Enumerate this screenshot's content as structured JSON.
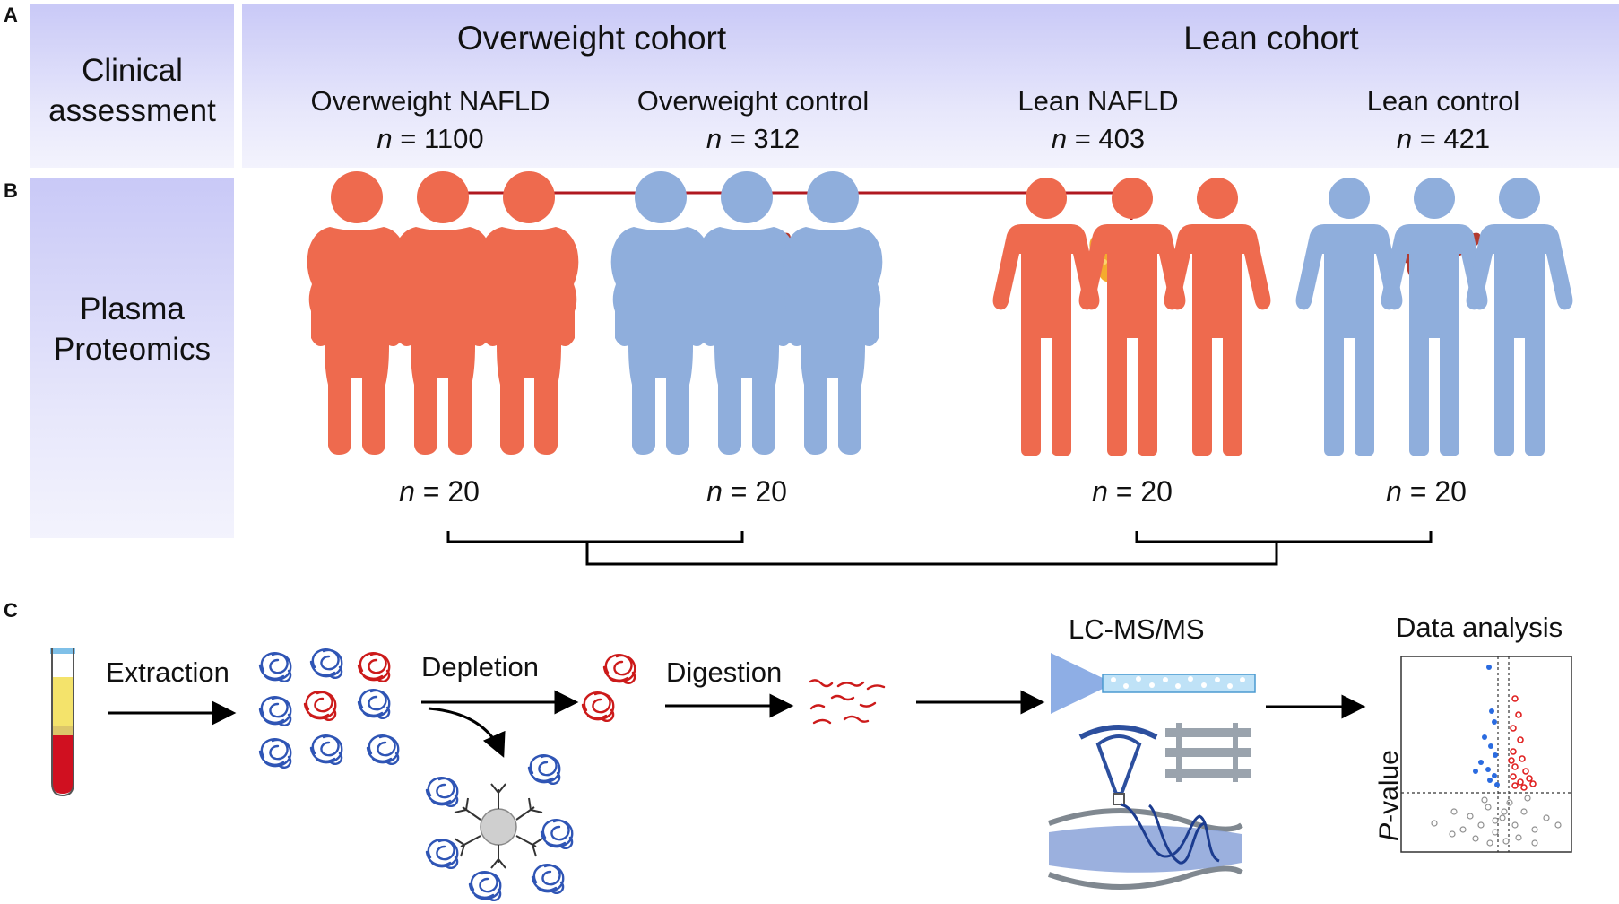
{
  "panels": {
    "a": "A",
    "b": "B",
    "c": "C"
  },
  "panel_a": {
    "side_label_line1": "Clinical",
    "side_label_line2": "assessment",
    "cohorts": [
      {
        "title": "Overweight cohort"
      },
      {
        "title": "Lean cohort"
      }
    ],
    "groups": [
      {
        "name": "Overweight NAFLD",
        "n_prefix": "n",
        "n_value": "= 1100"
      },
      {
        "name": "Overweight control",
        "n_prefix": "n",
        "n_value": "= 312"
      },
      {
        "name": "Lean NAFLD",
        "n_prefix": "n",
        "n_value": "= 403"
      },
      {
        "name": "Lean control",
        "n_prefix": "n",
        "n_value": "= 421"
      }
    ]
  },
  "panel_b": {
    "side_label_line1": "Plasma",
    "side_label_line2": "Proteomics",
    "samples": [
      {
        "n_prefix": "n",
        "n_value": "= 20"
      },
      {
        "n_prefix": "n",
        "n_value": "= 20"
      },
      {
        "n_prefix": "n",
        "n_value": "= 20"
      },
      {
        "n_prefix": "n",
        "n_value": "= 20"
      }
    ]
  },
  "panel_c": {
    "steps": {
      "extraction": "Extraction",
      "depletion": "Depletion",
      "digestion": "Digestion",
      "lcms": "LC-MS/MS",
      "analysis": "Data analysis"
    },
    "volcano_ylabel_italic": "P",
    "volcano_ylabel_rest": "-value"
  },
  "colors": {
    "band": "#d8d8f8",
    "nafld_red": "#ee6a4e",
    "control_blue": "#8faedc",
    "fatty_liver": "#f4ab2e",
    "healthy_liver": "#b23a30",
    "bracket_red": "#b01820",
    "protein_blue": "#2f55b5",
    "protein_red": "#cc1a1a"
  }
}
